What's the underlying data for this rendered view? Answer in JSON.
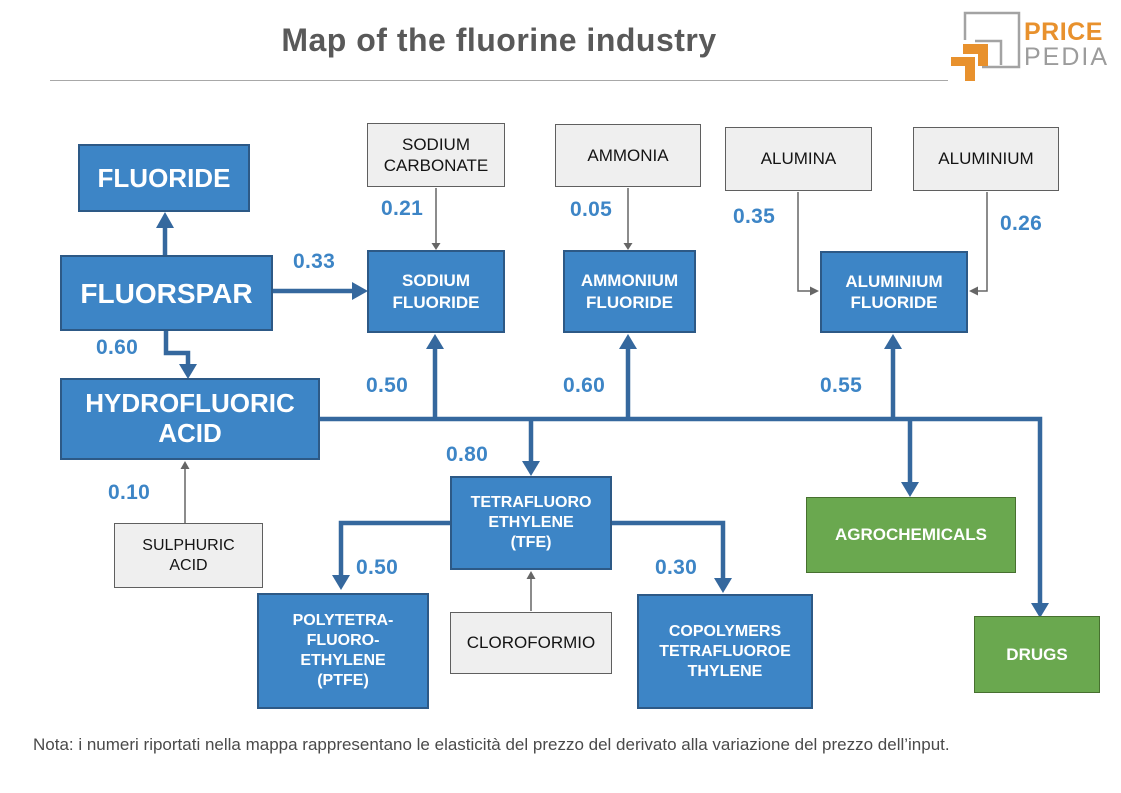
{
  "header": {
    "title": "Map of the fluorine industry",
    "logo": {
      "line1": "PRICE",
      "line2": "PEDIA"
    }
  },
  "nodes": {
    "fluoride": {
      "label": "FLUORIDE",
      "type": "product"
    },
    "fluorspar": {
      "label": "FLUORSPAR",
      "type": "product"
    },
    "hydrofluoric_acid": {
      "label": "HYDROFLUORIC\nACID",
      "type": "product"
    },
    "sodium_carbonate": {
      "label": "SODIUM\nCARBONATE",
      "type": "input"
    },
    "ammonia": {
      "label": "AMMONIA",
      "type": "input"
    },
    "alumina": {
      "label": "ALUMINA",
      "type": "input"
    },
    "aluminium": {
      "label": "ALUMINIUM",
      "type": "input"
    },
    "sodium_fluoride": {
      "label": "SODIUM\nFLUORIDE",
      "type": "product"
    },
    "ammonium_fluoride": {
      "label": "AMMONIUM\nFLUORIDE",
      "type": "product"
    },
    "aluminium_fluoride": {
      "label": "ALUMINIUM\nFLUORIDE",
      "type": "product"
    },
    "tfe": {
      "label": "TETRAFLUORO\nETHYLENE\n(TFE)",
      "type": "product"
    },
    "cloroformio": {
      "label": "CLOROFORMIO",
      "type": "input"
    },
    "sulphuric_acid": {
      "label": "SULPHURIC\nACID",
      "type": "input"
    },
    "ptfe": {
      "label": "POLYTETRA-\nFLUORO-\nETHYLENE\n(PTFE)",
      "type": "product"
    },
    "copolymers": {
      "label": "COPOLYMERS\nTETRAFLUOROE\nTHYLENE",
      "type": "product"
    },
    "agrochemicals": {
      "label": "AGROCHEMICALS",
      "type": "end-market"
    },
    "drugs": {
      "label": "DRUGS",
      "type": "end-market"
    }
  },
  "edges": {
    "sodium_carbonate_to_sodium_fluoride": {
      "from": "SODIUM CARBONATE",
      "to": "SODIUM FLUORIDE",
      "value": "0.21"
    },
    "ammonia_to_ammonium_fluoride": {
      "from": "AMMONIA",
      "to": "AMMONIUM FLUORIDE",
      "value": "0.05"
    },
    "alumina_to_aluminium_fluoride": {
      "from": "ALUMINA",
      "to": "ALUMINIUM FLUORIDE",
      "value": "0.35"
    },
    "aluminium_to_aluminium_fluoride": {
      "from": "ALUMINIUM",
      "to": "ALUMINIUM FLUORIDE",
      "value": "0.26"
    },
    "fluorspar_to_sodium_fluoride": {
      "from": "FLUORSPAR",
      "to": "SODIUM FLUORIDE",
      "value": "0.33"
    },
    "fluorspar_to_hydrofluoric_acid": {
      "from": "FLUORSPAR",
      "to": "HYDROFLUORIC ACID",
      "value": "0.60"
    },
    "fluorspar_to_fluoride": {
      "from": "FLUORSPAR",
      "to": "FLUORIDE"
    },
    "hydrofluoric_acid_to_sodium_fluoride": {
      "from": "HYDROFLUORIC ACID",
      "to": "SODIUM FLUORIDE",
      "value": "0.50"
    },
    "hydrofluoric_acid_to_ammonium_fluoride": {
      "from": "HYDROFLUORIC ACID",
      "to": "AMMONIUM FLUORIDE",
      "value": "0.60"
    },
    "hydrofluoric_acid_to_aluminium_fluoride": {
      "from": "HYDROFLUORIC ACID",
      "to": "ALUMINIUM FLUORIDE",
      "value": "0.55"
    },
    "hydrofluoric_acid_to_tfe": {
      "from": "HYDROFLUORIC ACID",
      "to": "TETRAFLUOROETHYLENE (TFE)",
      "value": "0.80"
    },
    "hydrofluoric_acid_to_agrochemicals": {
      "from": "HYDROFLUORIC ACID",
      "to": "AGROCHEMICALS"
    },
    "hydrofluoric_acid_to_drugs": {
      "from": "HYDROFLUORIC ACID",
      "to": "DRUGS"
    },
    "sulphuric_acid_to_hydrofluoric_acid": {
      "from": "SULPHURIC ACID",
      "to": "HYDROFLUORIC ACID",
      "value": "0.10"
    },
    "cloroformio_to_tfe": {
      "from": "CLOROFORMIO",
      "to": "TETRAFLUOROETHYLENE (TFE)"
    },
    "tfe_to_ptfe": {
      "from": "TETRAFLUOROETHYLENE (TFE)",
      "to": "POLYTETRAFLUOROETHYLENE (PTFE)",
      "value": "0.50"
    },
    "tfe_to_copolymers": {
      "from": "TETRAFLUOROETHYLENE (TFE)",
      "to": "COPOLYMERS TETRAFLUOROETHYLENE",
      "value": "0.30"
    }
  },
  "note": "Nota: i numeri riportati nella mappa rappresentano le elasticità del prezzo del derivato alla variazione del prezzo dell’input.",
  "colors": {
    "product_blue": "#3d85c6",
    "product_border": "#2d5986",
    "input_gray": "#efefef",
    "end_market_green": "#6aa84f",
    "connector_blue": "#35689e",
    "connector_gray": "#666666",
    "value_label_blue": "#3d85c6",
    "logo_orange": "#e8912d"
  }
}
